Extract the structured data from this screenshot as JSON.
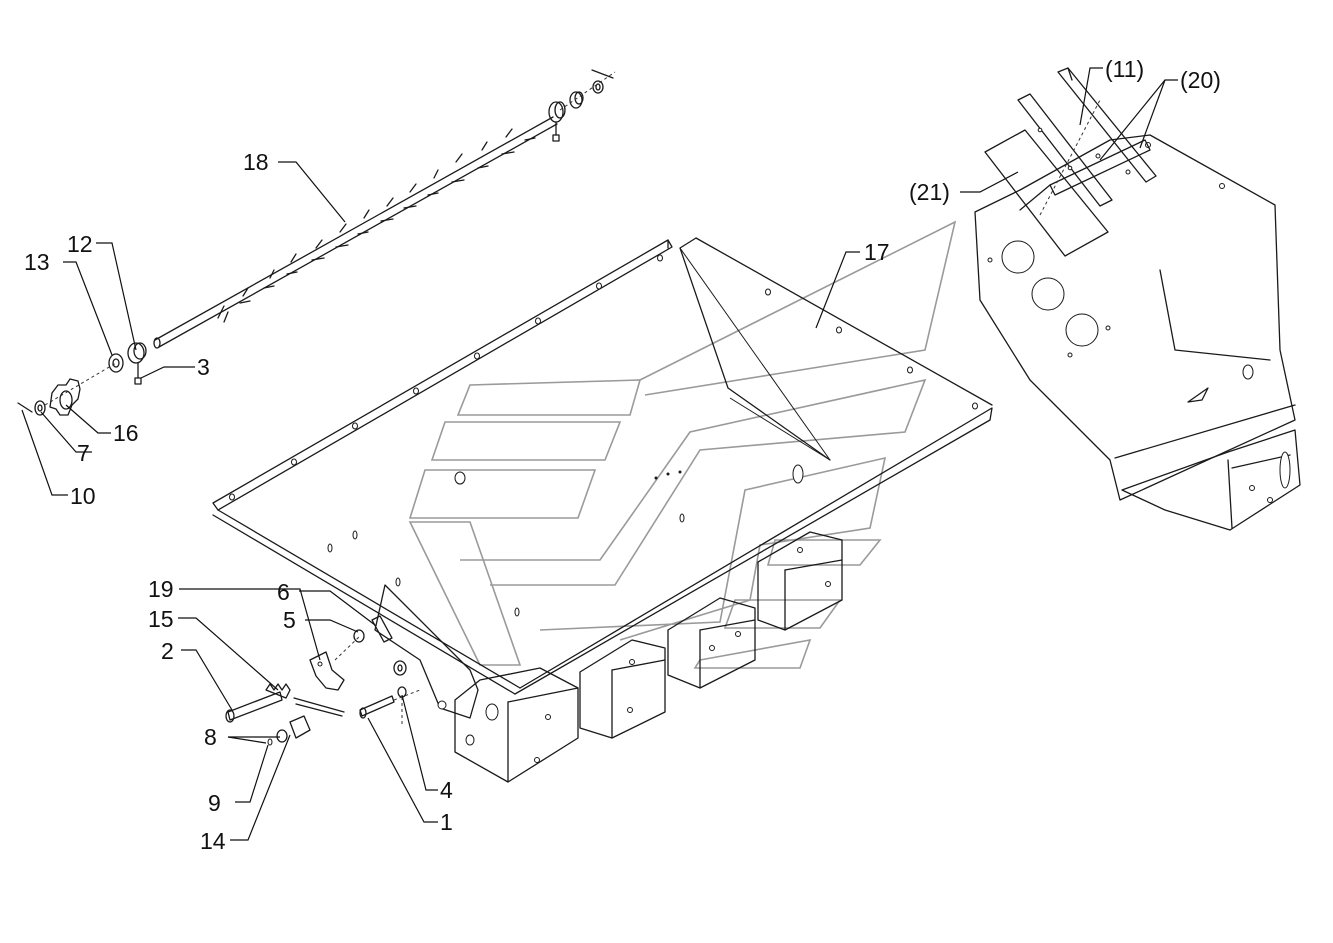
{
  "labels": {
    "l1": "1",
    "l2": "2",
    "l3": "3",
    "l4": "4",
    "l5": "5",
    "l6": "6",
    "l7": "7",
    "l8": "8",
    "l9": "9",
    "l10": "10",
    "l11": "(11)",
    "l12": "12",
    "l13": "13",
    "l14": "14",
    "l15": "15",
    "l16": "16",
    "l17": "17",
    "l18": "18",
    "l19": "19",
    "l20": "(20)",
    "l21": "(21)"
  }
}
